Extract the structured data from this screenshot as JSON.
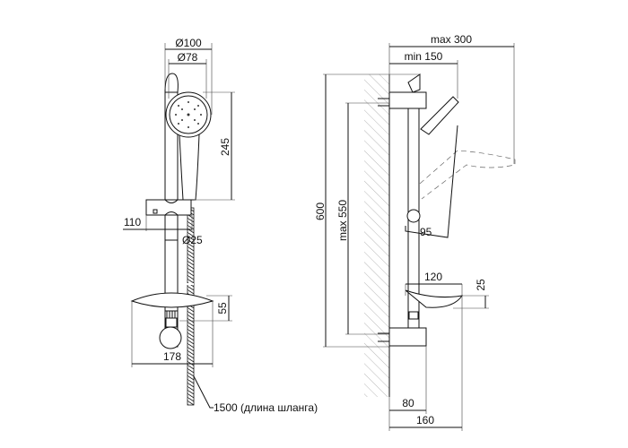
{
  "front_view": {
    "dim_outer_head_diameter": "Ø100",
    "dim_inner_head_diameter": "Ø78",
    "dim_handset_length": "245",
    "dim_slider_offset": "110",
    "dim_rail_diameter": "Ø25",
    "dim_soap_dish_height": "55",
    "dim_soap_dish_width": "178",
    "hose_label": "1500 (длина шланга)"
  },
  "side_view": {
    "dim_max_reach": "max 300",
    "dim_min_reach": "min 150",
    "dim_total_height": "600",
    "dim_max_mount_spacing": "max 550",
    "dim_slider_depth": "95",
    "dim_dish_depth": "120",
    "dim_dish_height": "25",
    "dim_bracket_depth": "80",
    "dim_overall_depth": "160"
  }
}
